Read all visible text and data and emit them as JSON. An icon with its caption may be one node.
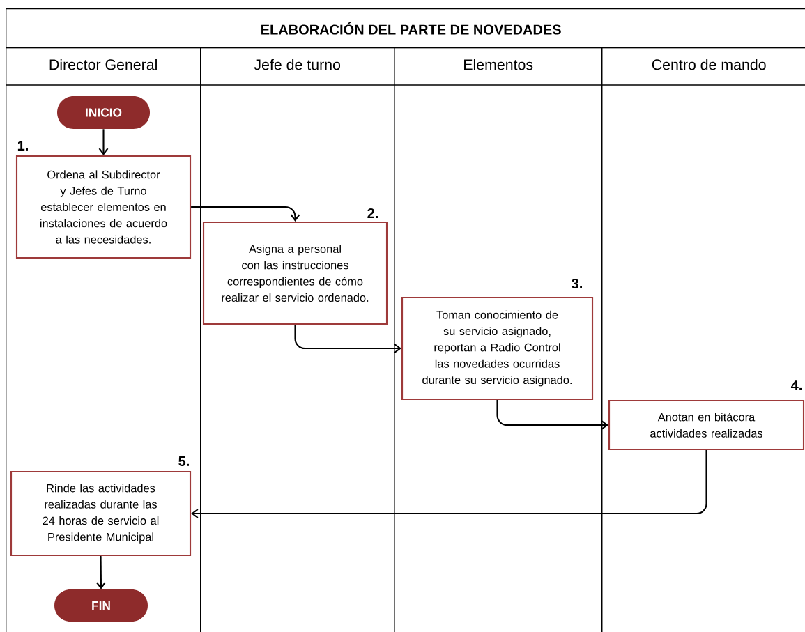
{
  "diagram": {
    "title": "ELABORACIÓN DEL PARTE DE NOVEDADES",
    "nodes": [
      {
        "text": [
          "Director General"
        ]
      },
      {
        "text": [
          "Jefe de turno"
        ]
      },
      {
        "text": [
          "Elementos"
        ]
      },
      {
        "text": [
          "Centro de mando"
        ]
      },
      {
        "text": [
          "INICIO"
        ],
        "in": 0
      },
      {
        "text": [
          "Ordena al Subdirector y Jefes de Turno establecer elementos en instalaciones de acuerdo a las necesidades."
        ],
        "beside": [
          "1."
        ],
        "in": 0
      },
      {
        "text": [
          "Asigna a personal con las instrucciones correspondientes de cómo realizar el servicio ordenado."
        ],
        "beside": [
          "2."
        ],
        "in": 1
      },
      {
        "text": [
          "Toman conocimiento de su servicio asignado, reportan a Radio Control las novedades ocurridas durante su servicio asignado."
        ],
        "beside": [
          "3."
        ],
        "in": 2
      },
      {
        "text": [
          "Anotan en bitácora actividades realizadas"
        ],
        "beside": [
          "4."
        ],
        "in": 3
      },
      {
        "text": [
          "Rinde las actividades realizadas durante las 24 horas de servicio al Presidente Municipal"
        ],
        "beside": [
          "5."
        ],
        "in": 0
      },
      {
        "text": [
          "FIN"
        ],
        "in": 0
      }
    ],
    "edges": [
      {
        "from": 4,
        "to": 5,
        "arrow": "to"
      },
      {
        "from": 5,
        "to": 6,
        "arrow": "to"
      },
      {
        "from": 6,
        "to": 7,
        "arrow": "to"
      },
      {
        "from": 7,
        "to": 8,
        "arrow": "to"
      },
      {
        "from": 8,
        "to": 9,
        "arrow": "to"
      },
      {
        "from": 9,
        "to": 10,
        "arrow": "to"
      }
    ]
  }
}
